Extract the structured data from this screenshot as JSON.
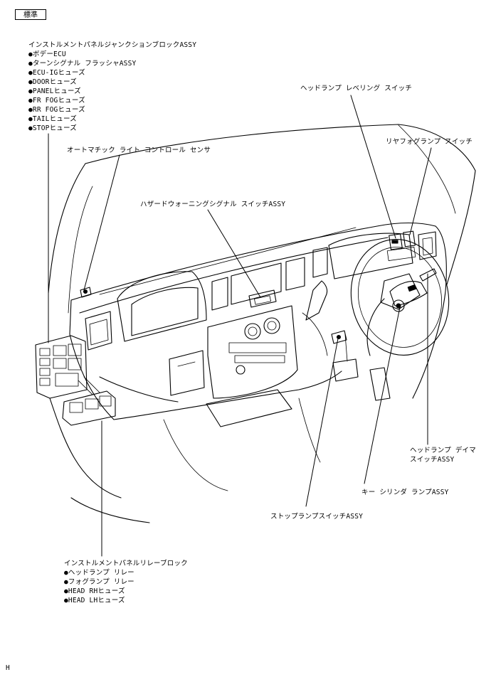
{
  "badge": "標準",
  "junction_block": {
    "title": "インストルメントパネルジャンクションブロックASSY",
    "items": [
      "ボデーECU",
      "ターンシグナル フラッシャASSY",
      "ECU-IGヒューズ",
      "DOORヒューズ",
      "PANELヒューズ",
      "FR  FOGヒューズ",
      "RR  FOGヒューズ",
      "TAILヒューズ",
      "STOPヒューズ"
    ]
  },
  "relay_block": {
    "title": "インストルメントパネルリレーブロック",
    "items": [
      "ヘッドランプ リレー",
      "フォグランプ リレー",
      "HEAD  RHヒューズ",
      "HEAD  LHヒューズ"
    ]
  },
  "labels": {
    "auto_light_sensor": "オートマチック ライト コントロール センサ",
    "hazard_switch": "ハザードウォーニングシグナル スイッチASSY",
    "headlamp_leveling": "ヘッドランプ レベリング スイッチ",
    "rear_fog_switch": "リヤフォグランプ スイッチ",
    "dimmer_switch_line1": "ヘッドランプ デイマ",
    "dimmer_switch_line2": "スイッチASSY",
    "key_cylinder_lamp": "キー シリンダ ランプASSY",
    "stop_lamp_switch": "ストップランプスイッチASSY"
  },
  "footer": "H"
}
